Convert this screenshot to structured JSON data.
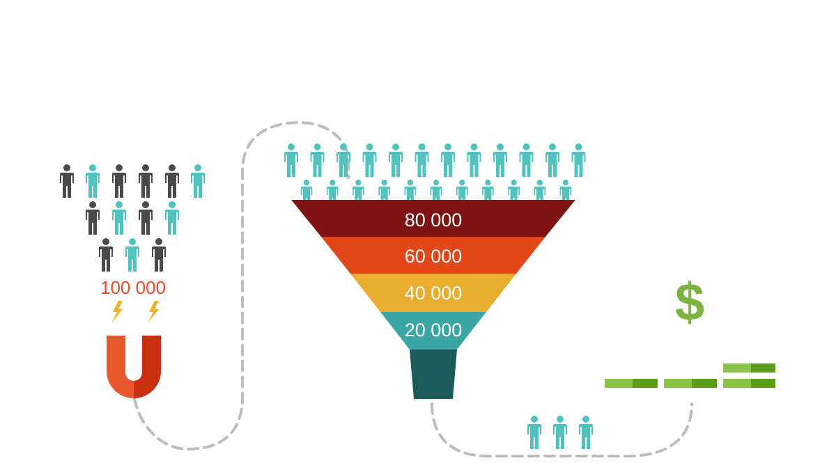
{
  "leads": {
    "count_label": "100 000",
    "count_color": "#e84c2c",
    "people_rows": [
      [
        "#4a4a4a",
        "#4fc3c0",
        "#4a4a4a",
        "#4a4a4a",
        "#4a4a4a",
        "#4fc3c0"
      ],
      [
        "#4a4a4a",
        "#4fc3c0",
        "#4a4a4a",
        "#4fc3c0"
      ],
      [
        "#4a4a4a",
        "#4fc3c0",
        "#4a4a4a"
      ]
    ]
  },
  "magnet": {
    "icon": "magnet-icon",
    "left_color": "#e8582f",
    "right_color": "#c9300f",
    "spark_icon": "lightning-bolt-icon",
    "spark_color": "#f0b429"
  },
  "funnel": {
    "people_color": "#4fc3c0",
    "people_top_row_count": 12,
    "people_bottom_row_count": 11,
    "stages": [
      {
        "label": "80 000",
        "color": "#7e1416"
      },
      {
        "label": "60 000",
        "color": "#e24719"
      },
      {
        "label": "40 000",
        "color": "#e9ad2f"
      },
      {
        "label": "20 000",
        "color": "#3ca6a4"
      }
    ],
    "spout_color": "#1b5a57",
    "label_color": "#ffffff"
  },
  "customers": {
    "people_color": "#4fc3c0",
    "count": 3
  },
  "revenue": {
    "dollar_label": "$",
    "dollar_color": "#7cb342",
    "bill_light": "#8bc34a",
    "bill_dark": "#5c9c1c"
  },
  "path": {
    "color": "#bdbdbd"
  }
}
